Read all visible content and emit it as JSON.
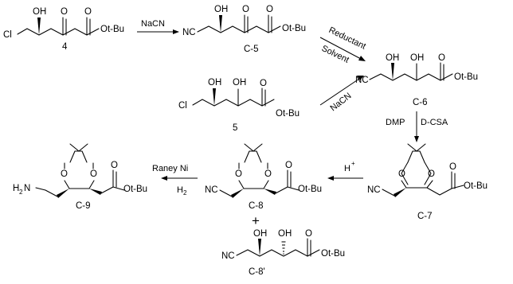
{
  "compounds": {
    "c4": {
      "label": "4"
    },
    "c5": {
      "label": "C-5"
    },
    "c6": {
      "label": "C-6"
    },
    "cm5": {
      "label": "5"
    },
    "c7": {
      "label": "C-7"
    },
    "c8": {
      "label": "C-8"
    },
    "c8p": {
      "label": "C-8'"
    },
    "c9": {
      "label": "C-9"
    }
  },
  "atoms": {
    "cl": "Cl",
    "oh": "OH",
    "o": "O",
    "otbu": "Ot-Bu",
    "nc": "NC",
    "h2n": "H",
    "h2n_sub": "2",
    "h2n_n": "N"
  },
  "reagents": {
    "nacn_top": "NaCN",
    "nacn_diag": "NaCN",
    "reductant": "Reductant",
    "solvent": "Solvent",
    "dmp": "DMP",
    "dcsa": "D-CSA",
    "h": "H",
    "h_sup": "+",
    "raney": "Raney Ni",
    "h2": "H",
    "h2_sub": "2"
  },
  "plus": "+"
}
